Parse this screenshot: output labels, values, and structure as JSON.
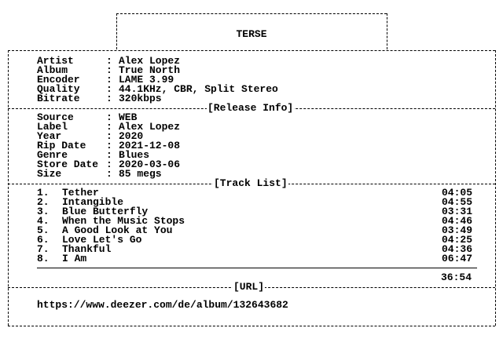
{
  "header": {
    "title": "TERSE"
  },
  "sections": {
    "release_info_label": "[Release Info]",
    "track_list_label": "[Track List]",
    "url_label": "[URL]"
  },
  "info": [
    {
      "label": "Artist",
      "value": "Alex Lopez"
    },
    {
      "label": "Album",
      "value": "True North"
    },
    {
      "label": "Encoder",
      "value": "LAME 3.99"
    },
    {
      "label": "Quality",
      "value": "44.1KHz, CBR, Split Stereo"
    },
    {
      "label": "Bitrate",
      "value": "320kbps"
    }
  ],
  "release": [
    {
      "label": "Source",
      "value": "WEB"
    },
    {
      "label": "Label",
      "value": "Alex Lopez"
    },
    {
      "label": "Year",
      "value": "2020"
    },
    {
      "label": "Rip Date",
      "value": "2021-12-08"
    },
    {
      "label": "Genre",
      "value": "Blues"
    },
    {
      "label": "Store Date",
      "value": "2020-03-06"
    },
    {
      "label": "Size",
      "value": "85 megs"
    }
  ],
  "colon": ":",
  "tracks": [
    {
      "num": "1.",
      "title": "Tether",
      "duration": "04:05"
    },
    {
      "num": "2.",
      "title": "Intangible",
      "duration": "04:55"
    },
    {
      "num": "3.",
      "title": "Blue Butterfly",
      "duration": "03:31"
    },
    {
      "num": "4.",
      "title": "When the Music Stops",
      "duration": "04:46"
    },
    {
      "num": "5.",
      "title": "A Good Look at You",
      "duration": "03:49"
    },
    {
      "num": "6.",
      "title": "Love Let's Go",
      "duration": "04:25"
    },
    {
      "num": "7.",
      "title": "Thankful",
      "duration": "04:36"
    },
    {
      "num": "8.",
      "title": "I Am",
      "duration": "06:47"
    }
  ],
  "total_duration": "36:54",
  "url": "https://www.deezer.com/de/album/132643682"
}
